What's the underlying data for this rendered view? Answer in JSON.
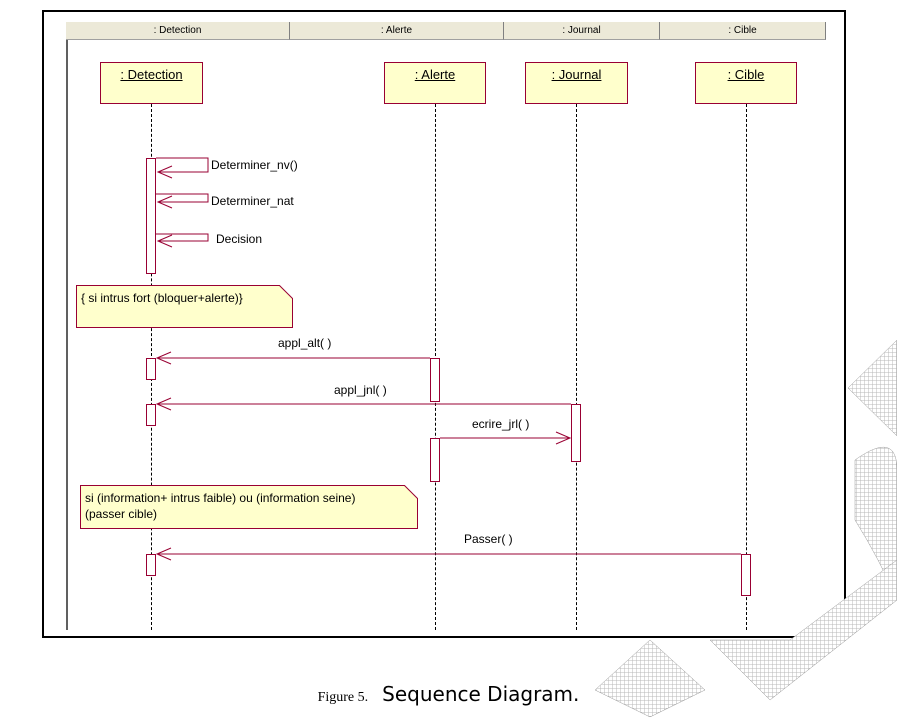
{
  "column_headers": [
    ": Detection",
    ": Alerte",
    ": Journal",
    ": Cible"
  ],
  "lifelines": [
    ": Detection",
    ": Alerte",
    ": Journal",
    ": Cible"
  ],
  "messages": {
    "self1": "Determiner_nv()",
    "self2": "Determiner_nat",
    "self3": "Decision",
    "m1": "appl_alt( )",
    "m2": "appl_jnl( )",
    "m3": "ecrire_jrl( )",
    "m4": "Passer( )"
  },
  "notes": {
    "note1": "{ si intrus fort (bloquer+alerte)}",
    "note2_line1": "si (information+ intrus faible) ou (information seine)",
    "note2_line2": "(passer cible)"
  },
  "caption": {
    "figure": "Figure 5.",
    "title": "Sequence Diagram."
  },
  "colors": {
    "lifeline_box_fill": "#ffffcc",
    "border": "#990033",
    "message_line": "#990033"
  }
}
